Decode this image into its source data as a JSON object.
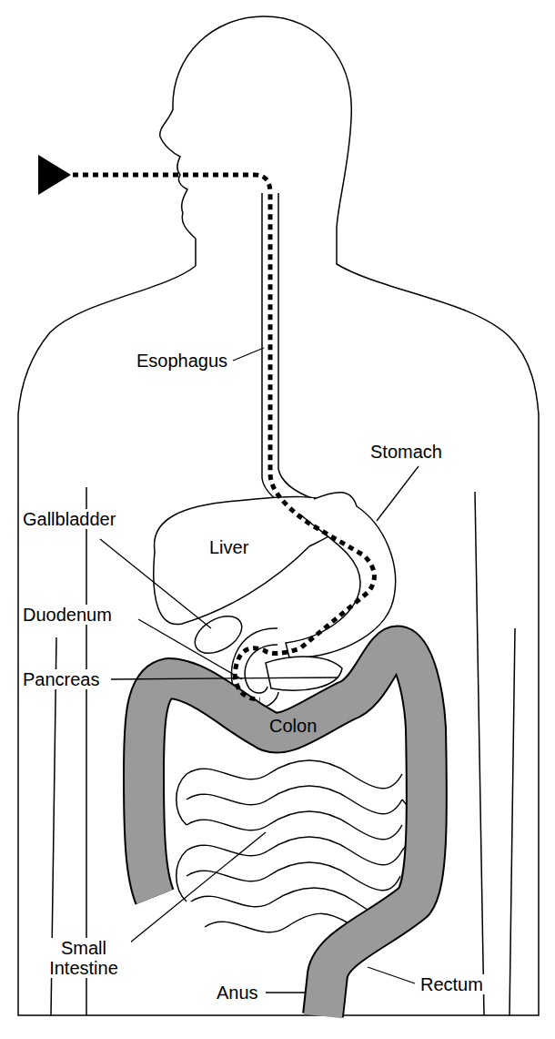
{
  "diagram": {
    "labels": [
      "Esophagus",
      "Stomach",
      "Gallbladder",
      "Liver",
      "Duodenum",
      "Pancreas",
      "Colon",
      "Small Intestine",
      "Anus",
      "Rectum"
    ]
  }
}
